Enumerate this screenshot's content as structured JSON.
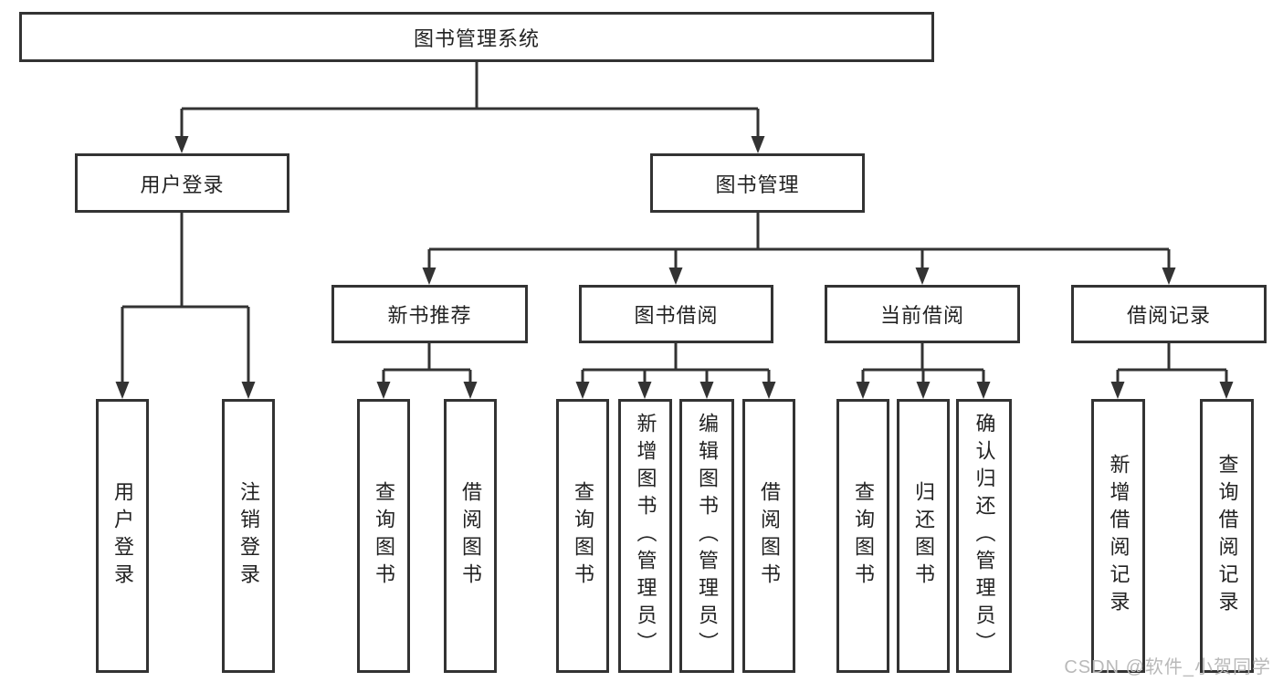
{
  "diagram": {
    "type": "hierarchy-tree",
    "colors": {
      "line": "#333333",
      "box_border": "#333333",
      "text": "#222222",
      "background": "#ffffff",
      "watermark": "#b9b9b9"
    }
  },
  "tree": {
    "root": {
      "label": "图书管理系统",
      "children": [
        {
          "label": "用户登录",
          "children": [
            {
              "label": "用户登录"
            },
            {
              "label": "注销登录"
            }
          ]
        },
        {
          "label": "图书管理",
          "children": [
            {
              "label": "新书推荐",
              "children": [
                {
                  "label": "查询图书"
                },
                {
                  "label": "借阅图书"
                }
              ]
            },
            {
              "label": "图书借阅",
              "children": [
                {
                  "label": "查询图书"
                },
                {
                  "label": "新增图书（管理员）"
                },
                {
                  "label": "编辑图书（管理员）"
                },
                {
                  "label": "借阅图书"
                }
              ]
            },
            {
              "label": "当前借阅",
              "children": [
                {
                  "label": "查询图书"
                },
                {
                  "label": "归还图书"
                },
                {
                  "label": "确认归还（管理员）"
                }
              ]
            },
            {
              "label": "借阅记录",
              "children": [
                {
                  "label": "新增借阅记录"
                },
                {
                  "label": "查询借阅记录"
                }
              ]
            }
          ]
        }
      ]
    }
  },
  "watermark": {
    "text": "CSDN @软件_小贺同学"
  }
}
